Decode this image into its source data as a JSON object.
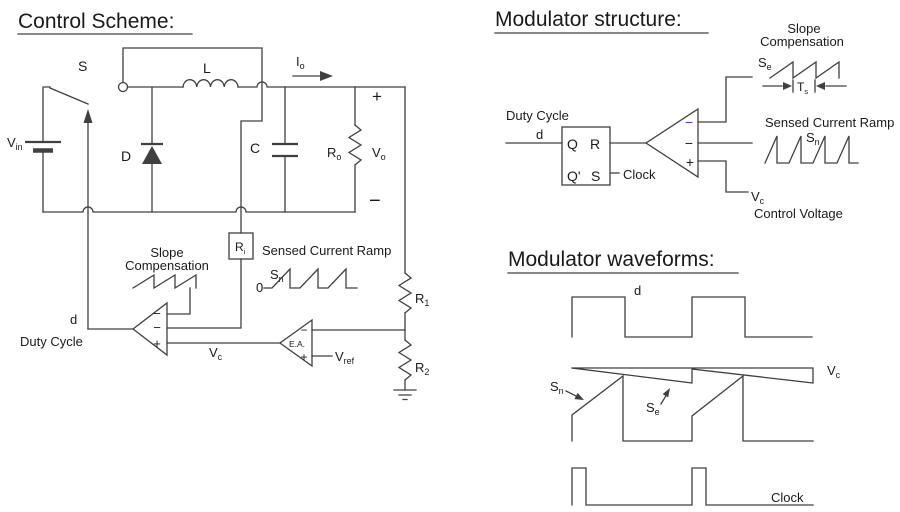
{
  "colors": {
    "line": "#404040",
    "text": "#1a1a1a",
    "accent_minus": "#3333cc",
    "background": "#ffffff"
  },
  "control_scheme": {
    "title": "Control Scheme:",
    "switch_label": "S",
    "inductor_label": "L",
    "diode_label": "D",
    "capacitor_label": "C",
    "vin": {
      "base": "V",
      "sub": "in"
    },
    "io": {
      "base": "I",
      "sub": "o"
    },
    "ro": {
      "base": "R",
      "sub": "o"
    },
    "vo": {
      "base": "V",
      "sub": "o"
    },
    "vo_plus": "+",
    "vo_minus": "−",
    "ri": {
      "base": "R",
      "sub": "i"
    },
    "sensed_ramp_label": "Sensed Current Ramp",
    "sn": {
      "base": "S",
      "sub": "n"
    },
    "zero": "0",
    "slope_label_1": "Slope",
    "slope_label_2": "Compensation",
    "comparator": {
      "minus_top": "−",
      "minus_mid": "−",
      "plus": "+"
    },
    "d": "d",
    "duty_cycle": "Duty Cycle",
    "vc": {
      "base": "V",
      "sub": "c"
    },
    "error_amp": {
      "label": "E.A.",
      "minus": "−",
      "plus": "+"
    },
    "vref": {
      "base": "V",
      "sub": "ref"
    },
    "r1": {
      "base": "R",
      "sub": "1"
    },
    "r2": {
      "base": "R",
      "sub": "2"
    }
  },
  "modulator_structure": {
    "title": "Modulator structure:",
    "duty_cycle": "Duty Cycle",
    "d": "d",
    "latch": {
      "q": "Q",
      "r": "R",
      "q_bar": "Q'",
      "s": "S"
    },
    "clock": "Clock",
    "comparator": {
      "minus_top": "−",
      "minus_mid": "−",
      "plus": "+"
    },
    "slope_label_1": "Slope",
    "slope_label_2": "Compensation",
    "se": {
      "base": "S",
      "sub": "e"
    },
    "ts": {
      "base": "T",
      "sub": "s"
    },
    "sensed_ramp_label": "Sensed Current Ramp",
    "sn": {
      "base": "S",
      "sub": "n"
    },
    "vc": {
      "base": "V",
      "sub": "c"
    },
    "control_voltage": "Control Voltage"
  },
  "modulator_waveforms": {
    "title": "Modulator waveforms:",
    "d": "d",
    "vc": {
      "base": "V",
      "sub": "c"
    },
    "sn": {
      "base": "S",
      "sub": "n"
    },
    "se": {
      "base": "S",
      "sub": "e"
    },
    "clock": "Clock"
  }
}
